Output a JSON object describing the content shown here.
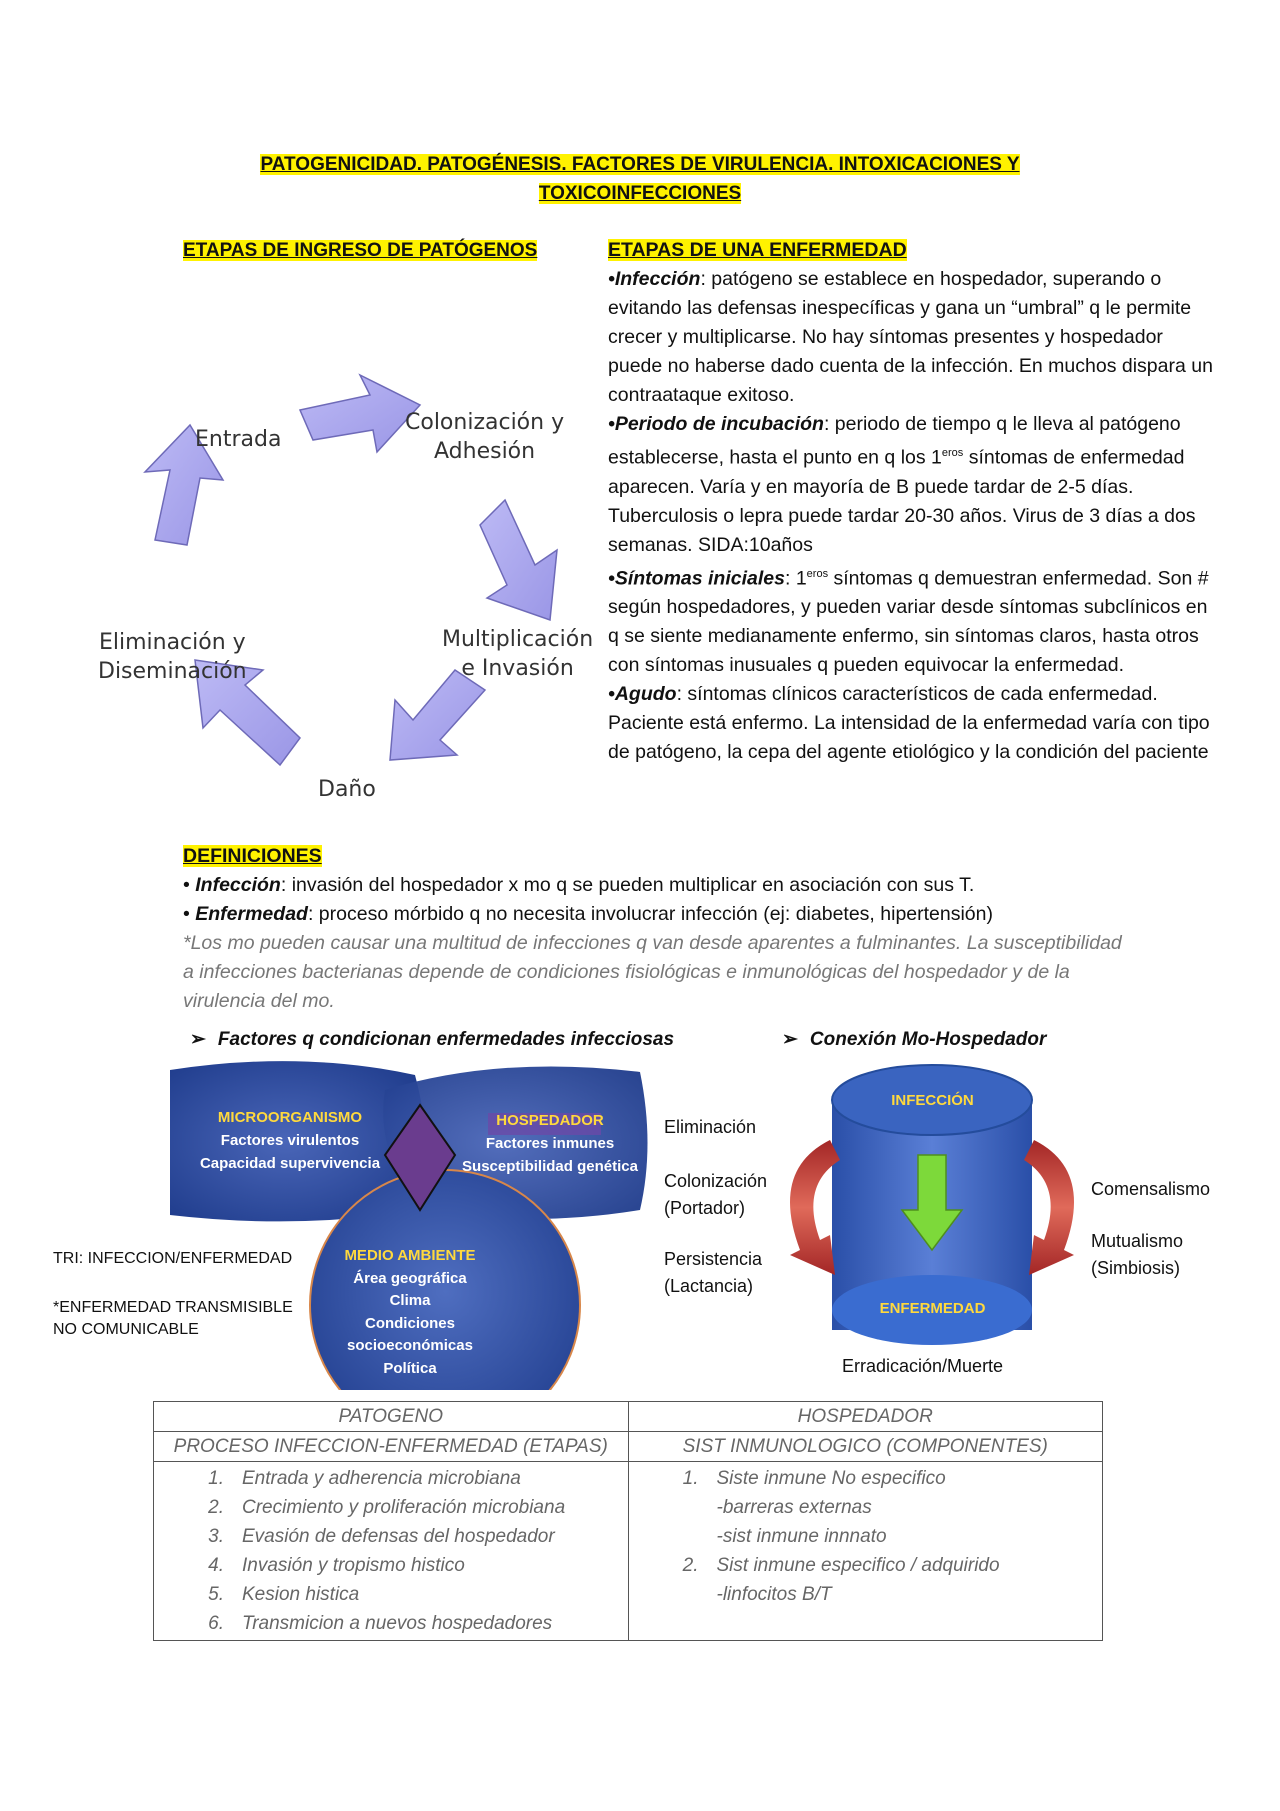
{
  "title": {
    "line1": "PATOGENICIDAD. PATOGÉNESIS. FACTORES DE VIRULENCIA. INTOXICACIONES Y",
    "line2": "TOXICOINFECCIONES"
  },
  "left_heading": "ETAPAS DE INGRESO DE PATÓGENOS",
  "cycle": {
    "entrada": "Entrada",
    "colonizacion_1": "Colonización y",
    "colonizacion_2": "Adhesión",
    "multiplicacion_1": "Multiplicación",
    "multiplicacion_2": "e Invasión",
    "dano": "Daño",
    "eliminacion_1": "Eliminación y",
    "eliminacion_2": "Diseminación",
    "arrow_color": "#a9a6ee"
  },
  "right_heading": "ETAPAS DE UNA ENFERMEDAD",
  "stages": [
    {
      "term": "•Infección",
      "text": ": patógeno se establece en hospedador, superando o evitando las defensas inespecíficas y gana un “umbral” q le permite crecer y multiplicarse. No hay síntomas presentes y hospedador puede no haberse dado cuenta de la infección. En muchos dispara un contraataque exitoso."
    },
    {
      "term": "•Periodo de incubación",
      "text_a": ": periodo de tiempo q le lleva al patógeno establecerse, hasta el punto en q los 1",
      "sup": "eros",
      "text_b": " síntomas de enfermedad aparecen. Varía y en mayoría de B puede tardar de 2-5 días. Tuberculosis o lepra puede tardar 20-30 años. Virus de 3 días a dos semanas. SIDA:10años"
    },
    {
      "term": "•Síntomas iniciales",
      "text_a": ": 1",
      "sup": "eros",
      "text_b": " síntomas q demuestran enfermedad. Son # según hospedadores, y pueden variar desde síntomas subclínicos en q se siente medianamente enfermo, sin síntomas claros, hasta otros con síntomas inusuales q pueden equivocar la enfermedad."
    },
    {
      "term": "•Agudo",
      "text": ": síntomas clínicos característicos de cada enfermedad. Paciente está enfermo. La intensidad de la enfermedad varía con tipo de patógeno, la cepa del agente etiológico y la condición del paciente"
    }
  ],
  "definiciones": {
    "heading": "DEFINICIONES",
    "items": [
      {
        "bullet": "• ",
        "term": "Infección",
        "text": ": invasión del hospedador x mo q se pueden multiplicar en asociación con sus T."
      },
      {
        "bullet": "• ",
        "term": "Enfermedad",
        "text": ": proceso mórbido q no necesita involucrar infección (ej: diabetes, hipertensión)"
      }
    ],
    "note": "*Los mo pueden causar una multitud de infecciones q van desde aparentes a fulminantes. La susceptibilidad a infecciones bacterianas depende de condiciones fisiológicas e inmunológicas del hospedador y de la virulencia del mo."
  },
  "factores": {
    "heading": "Factores q condicionan enfermedades infecciosas",
    "micro_title": "MICROORGANISMO",
    "micro_1": "Factores virulentos",
    "micro_2": "Capacidad supervivencia",
    "host_title": "HOSPEDADOR",
    "host_1": "Factores inmunes",
    "host_2": "Susceptibilidad genética",
    "env_title": "MEDIO AMBIENTE",
    "env_1": "Área geográfica",
    "env_2": "Clima",
    "env_3": "Condiciones",
    "env_4": "socioeconómicas",
    "env_5": "Política",
    "tri": "TRI: INFECCION/ENFERMEDAD",
    "trans_1": "*ENFERMEDAD TRANSMISIBLE",
    "trans_2": "NO COMUNICABLE"
  },
  "conexion": {
    "heading": "Conexión Mo-Hospedador",
    "infeccion": "INFECCIÓN",
    "enfermedad": "ENFERMEDAD",
    "eliminacion": "Eliminación",
    "colonizacion_1": "Colonización",
    "colonizacion_2": "(Portador)",
    "persistencia_1": "Persistencia",
    "persistencia_2": "(Lactancia)",
    "comensalismo": "Comensalismo",
    "mutualismo_1": "Mutualismo",
    "mutualismo_2": "(Simbiosis)",
    "erradicacion": "Erradicación/Muerte"
  },
  "table": {
    "h1": "PATOGENO",
    "h2": "HOSPEDADOR",
    "s1": "PROCESO INFECCION-ENFERMEDAD (ETAPAS)",
    "s2": "SIST INMUNOLOGICO (COMPONENTES)",
    "left_items": [
      {
        "n": "1.",
        "t": "Entrada y adherencia microbiana"
      },
      {
        "n": "2.",
        "t": "Crecimiento y proliferación microbiana"
      },
      {
        "n": "3.",
        "t": "Evasión de defensas del hospedador"
      },
      {
        "n": "4.",
        "t": "Invasión y tropismo histico"
      },
      {
        "n": "5.",
        "t": "Kesion histica"
      },
      {
        "n": "6.",
        "t": "Transmicion a nuevos hospedadores"
      }
    ],
    "r1_n": "1.",
    "r1": "Siste inmune No especifico",
    "r1_a": "-barreras externas",
    "r1_b": "-sist inmune innnato",
    "r2_n": "2.",
    "r2": "Sist inmune especifico / adquirido",
    "r2_a": "-linfocitos B/T"
  }
}
